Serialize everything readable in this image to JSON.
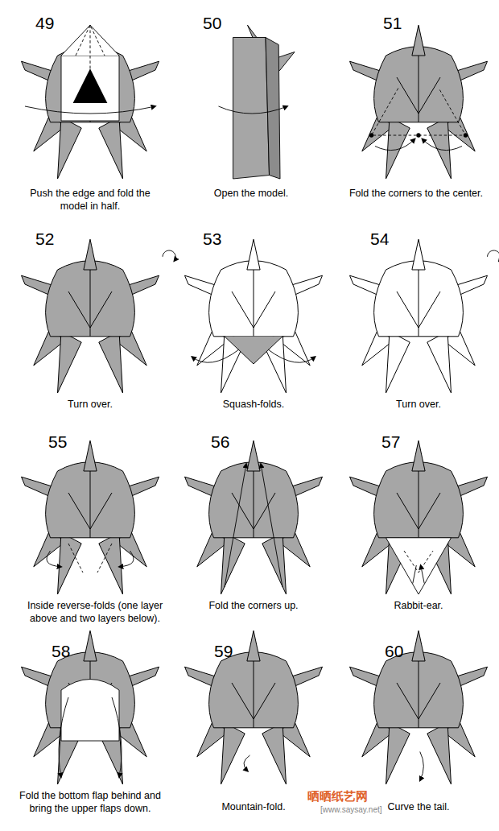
{
  "diagram": {
    "labels": [
      "49",
      "Push the edge and fold the model in half.",
      "50",
      "Open the model.",
      "51",
      "Fold the corners to the center.",
      "52",
      "Turn over.",
      "53",
      "Squash-folds.",
      "54",
      "Turn over.",
      "55",
      "Inside reverse-folds (one layer above and two layers below).",
      "56",
      "Fold the corners up.",
      "57",
      "Rabbit-ear.",
      "58",
      "Fold the bottom flap behind and bring the upper flaps down.",
      "59",
      "Mountain-fold.",
      "60",
      "Curve the tail.",
      "晒晒纸艺网",
      "[www.saysay.net]"
    ]
  }
}
